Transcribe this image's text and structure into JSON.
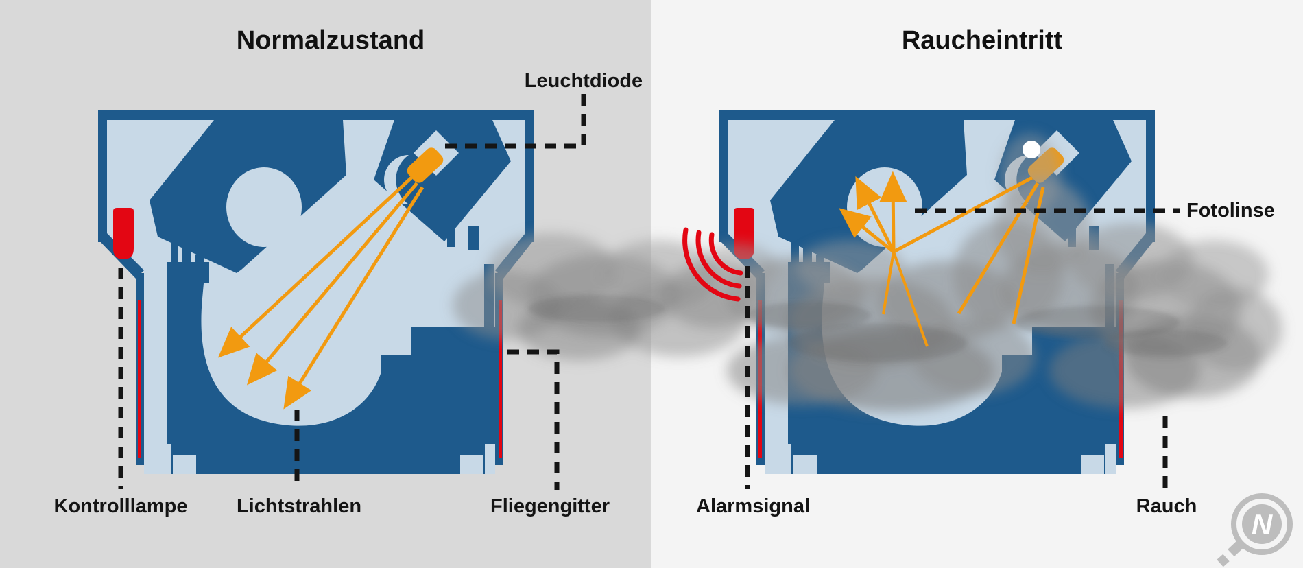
{
  "titles": {
    "left": "Normalzustand",
    "right": "Raucheintritt"
  },
  "labels": {
    "leuchtdiode": "Leuchtdiode",
    "kontrolllampe": "Kontrolllampe",
    "lichtstrahlen": "Lichtstrahlen",
    "fliegengitter": "Fliegengitter",
    "alarmsignal": "Alarmsignal",
    "fotolinse": "Fotolinse",
    "rauch": "Rauch"
  },
  "logo": {
    "letter": "N"
  },
  "colors": {
    "background_left": "#d9d9d9",
    "background_right": "#f4f4f4",
    "housing_dark_blue": "#1e5a8c",
    "interior_light_blue": "#c8d9e7",
    "led_orange": "#f29a10",
    "lamp_red": "#e30613",
    "leader_black": "#151515",
    "smoke_gray": "#8a8a8a",
    "logo_gray": "#bdbdbd"
  }
}
